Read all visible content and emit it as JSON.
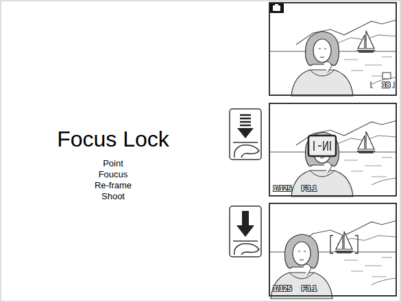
{
  "diagram": {
    "title": "Focus Lock",
    "labels": [
      "Point",
      "Foucus",
      "Re-frame",
      "Shoot",
      "1/125",
      "F3.1",
      "1/125",
      "F3.1",
      "18"
    ]
  }
}
